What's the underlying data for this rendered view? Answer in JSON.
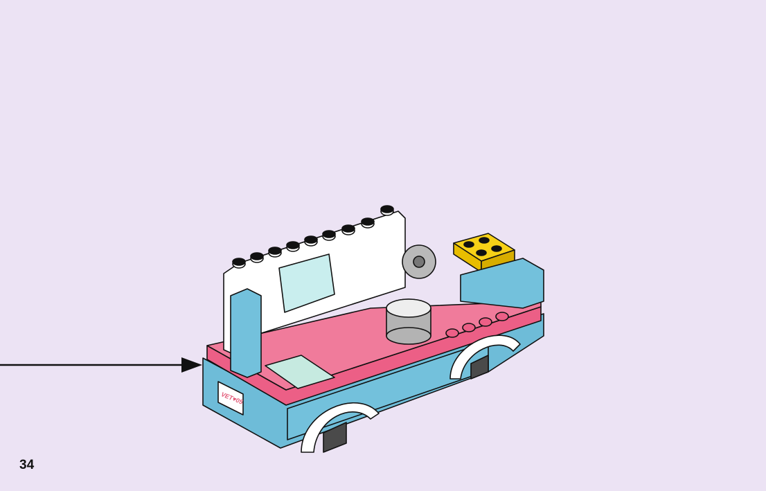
{
  "page": {
    "number": "34",
    "plate_text": "VET♥05"
  },
  "colors": {
    "background": "#ece3f4",
    "medium_azure": "#6ebcd8",
    "dark_pink": "#ec5f86",
    "white": "#ffffff",
    "yellow": "#f7d117",
    "light_aqua": "#c6eae0",
    "grey": "#a5a5a5",
    "dark_grey": "#4a4a4a",
    "outline": "#111111"
  },
  "icons": [
    "arrow-right-icon",
    "lego-van-illustration"
  ]
}
